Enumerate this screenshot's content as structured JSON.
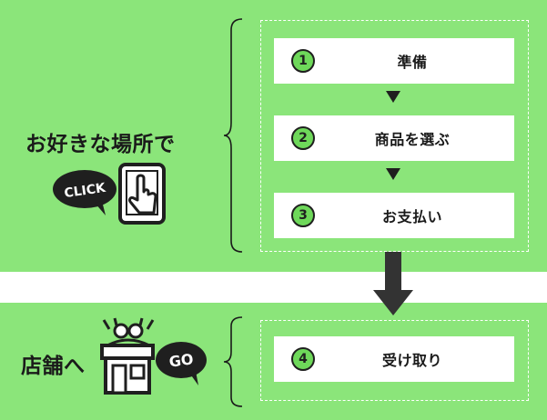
{
  "online": {
    "label": "お好きな場所で",
    "badge": "CLICK",
    "steps": [
      {
        "number": "1",
        "text": "準備"
      },
      {
        "number": "2",
        "text": "商品を選ぶ"
      },
      {
        "number": "3",
        "text": "お支払い"
      }
    ]
  },
  "store": {
    "label": "店舗へ",
    "badge": "GO",
    "steps": [
      {
        "number": "4",
        "text": "受け取り"
      }
    ]
  },
  "colors": {
    "band": "#8be57a",
    "circle": "#6ed85a",
    "dark": "#1f1f1f",
    "box": "#ffffff"
  },
  "icons": {
    "tap": "tablet-tap-icon",
    "store": "storefront-icon",
    "staff": "staff-glasses-icon"
  }
}
